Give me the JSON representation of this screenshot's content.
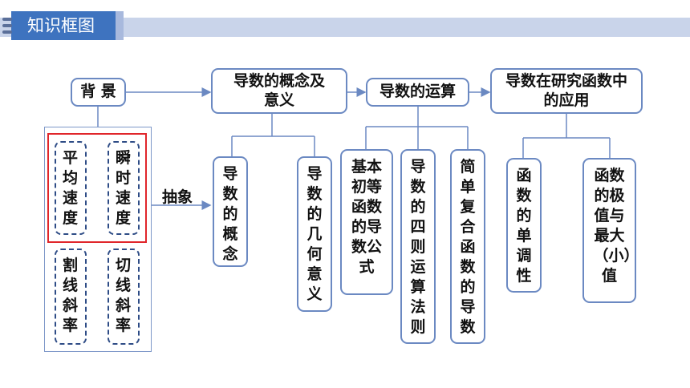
{
  "header": {
    "title": "知识框图"
  },
  "diagram": {
    "background": "背 景",
    "concept": "导数的概念及意义",
    "operation": "导数的运算",
    "application": "导数在研究函数中的应用",
    "abstract_label": "抽象",
    "avg_speed": "平均速度",
    "inst_speed": "瞬时速度",
    "secant_slope": "割线斜率",
    "tangent_slope": "切线斜率",
    "concept_def": "导数的概念",
    "concept_geo": "导数的几何意义",
    "basic_formula": "基本初等函数的导数公式",
    "four_rules": "导数的四则运算法则",
    "composite": "简单复合函数的导数",
    "monotonic": "函数的单调性",
    "extremum": "函数的极值与最大（小）值"
  },
  "colors": {
    "accent": "#3e73bf",
    "node_border": "#6b89c2",
    "highlight": "#e0262b",
    "header_bar": "#c9d4ea"
  }
}
